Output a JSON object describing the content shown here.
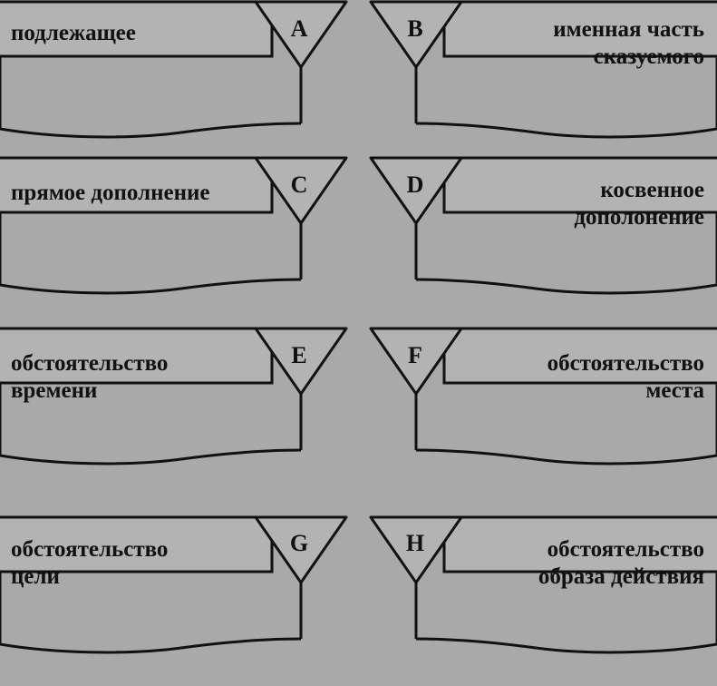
{
  "rows": [
    {
      "left": {
        "letter": "A",
        "lines": [
          "подлежащее"
        ]
      },
      "right": {
        "letter": "B",
        "lines": [
          "именная часть",
          "сказуемого"
        ]
      }
    },
    {
      "left": {
        "letter": "C",
        "lines": [
          "прямое дополнение"
        ]
      },
      "right": {
        "letter": "D",
        "lines": [
          "косвенное",
          "дополонение"
        ]
      }
    },
    {
      "left": {
        "letter": "E",
        "lines": [
          "обстоятельство",
          "времени"
        ]
      },
      "right": {
        "letter": "F",
        "lines": [
          "обстоятельство",
          "места"
        ]
      }
    },
    {
      "left": {
        "letter": "G",
        "lines": [
          "обстоятельство",
          "цели"
        ]
      },
      "right": {
        "letter": "H",
        "lines": [
          "обстоятельство",
          "образа действия"
        ]
      }
    }
  ],
  "colors": {
    "background": "#a9a9a9",
    "line": "#111111",
    "box": "#b3b3b3"
  }
}
